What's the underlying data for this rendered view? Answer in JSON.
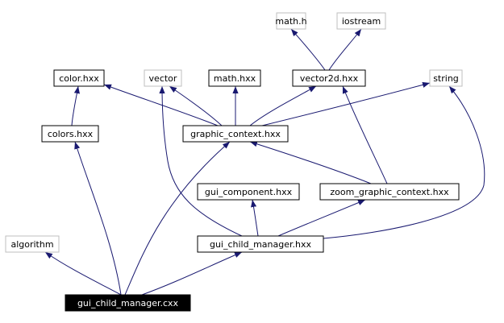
{
  "colors": {
    "edge": "#191970",
    "node_border_local": "#000000",
    "node_border_external": "#bfbfbf",
    "root_fill": "#000000",
    "root_text": "#ffffff"
  },
  "nodes": [
    {
      "id": "math_h",
      "label": "math.h",
      "kind": "external"
    },
    {
      "id": "iostream",
      "label": "iostream",
      "kind": "external"
    },
    {
      "id": "color_hxx",
      "label": "color.hxx",
      "kind": "local"
    },
    {
      "id": "vector",
      "label": "vector",
      "kind": "external"
    },
    {
      "id": "math_hxx",
      "label": "math.hxx",
      "kind": "local"
    },
    {
      "id": "vector2d_hxx",
      "label": "vector2d.hxx",
      "kind": "local"
    },
    {
      "id": "string",
      "label": "string",
      "kind": "external"
    },
    {
      "id": "colors_hxx",
      "label": "colors.hxx",
      "kind": "local"
    },
    {
      "id": "graphic_context_hxx",
      "label": "graphic_context.hxx",
      "kind": "local"
    },
    {
      "id": "gui_component_hxx",
      "label": "gui_component.hxx",
      "kind": "local"
    },
    {
      "id": "zoom_graphic_context_hxx",
      "label": "zoom_graphic_context.hxx",
      "kind": "local"
    },
    {
      "id": "algorithm",
      "label": "algorithm",
      "kind": "external"
    },
    {
      "id": "gui_child_manager_hxx",
      "label": "gui_child_manager.hxx",
      "kind": "local"
    },
    {
      "id": "gui_child_manager_cxx",
      "label": "gui_child_manager.cxx",
      "kind": "root"
    }
  ],
  "edges": [
    {
      "from": "vector2d_hxx",
      "to": "math_h"
    },
    {
      "from": "vector2d_hxx",
      "to": "iostream"
    },
    {
      "from": "colors_hxx",
      "to": "color_hxx"
    },
    {
      "from": "graphic_context_hxx",
      "to": "color_hxx"
    },
    {
      "from": "graphic_context_hxx",
      "to": "vector"
    },
    {
      "from": "graphic_context_hxx",
      "to": "math_hxx"
    },
    {
      "from": "graphic_context_hxx",
      "to": "vector2d_hxx"
    },
    {
      "from": "graphic_context_hxx",
      "to": "string"
    },
    {
      "from": "zoom_graphic_context_hxx",
      "to": "graphic_context_hxx"
    },
    {
      "from": "zoom_graphic_context_hxx",
      "to": "vector2d_hxx"
    },
    {
      "from": "gui_child_manager_hxx",
      "to": "vector"
    },
    {
      "from": "gui_child_manager_hxx",
      "to": "gui_component_hxx"
    },
    {
      "from": "gui_child_manager_hxx",
      "to": "zoom_graphic_context_hxx"
    },
    {
      "from": "gui_child_manager_hxx",
      "to": "string"
    },
    {
      "from": "gui_child_manager_cxx",
      "to": "algorithm"
    },
    {
      "from": "gui_child_manager_cxx",
      "to": "colors_hxx"
    },
    {
      "from": "gui_child_manager_cxx",
      "to": "graphic_context_hxx"
    },
    {
      "from": "gui_child_manager_cxx",
      "to": "gui_child_manager_hxx"
    }
  ]
}
